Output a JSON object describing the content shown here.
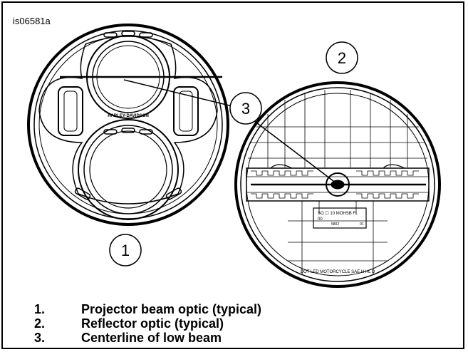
{
  "figure_id": "is06581a",
  "callouts": [
    {
      "number": "1"
    },
    {
      "number": "2"
    },
    {
      "number": "3"
    }
  ],
  "lamp_markings": {
    "brand": "HARLEY-DAVIDSON",
    "reflector_label_top": "SO ☐ 10 MOHSB FL",
    "reflector_label_mid": "00",
    "reflector_label_code": "5802",
    "reflector_label_sub": "01",
    "reflector_bottom_text": "DOT LED MOTORCYCLE  SAE H HL D"
  },
  "legend": [
    {
      "number": "1.",
      "text": "Projector beam optic (typical)"
    },
    {
      "number": "2.",
      "text": "Reflector optic (typical)"
    },
    {
      "number": "3.",
      "text": "Centerline of low beam"
    }
  ]
}
